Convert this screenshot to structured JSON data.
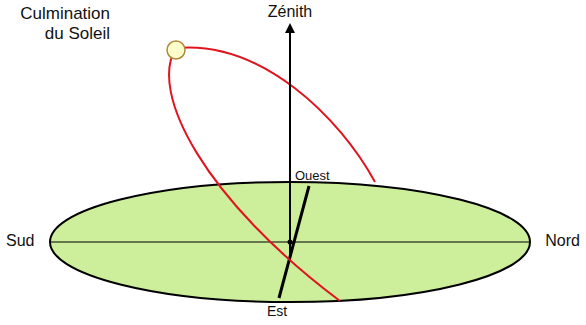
{
  "diagram": {
    "labels": [
      "Culmination du Soleil",
      "Zénith",
      "Ouest",
      "Sud",
      "Nord",
      "Est"
    ]
  }
}
